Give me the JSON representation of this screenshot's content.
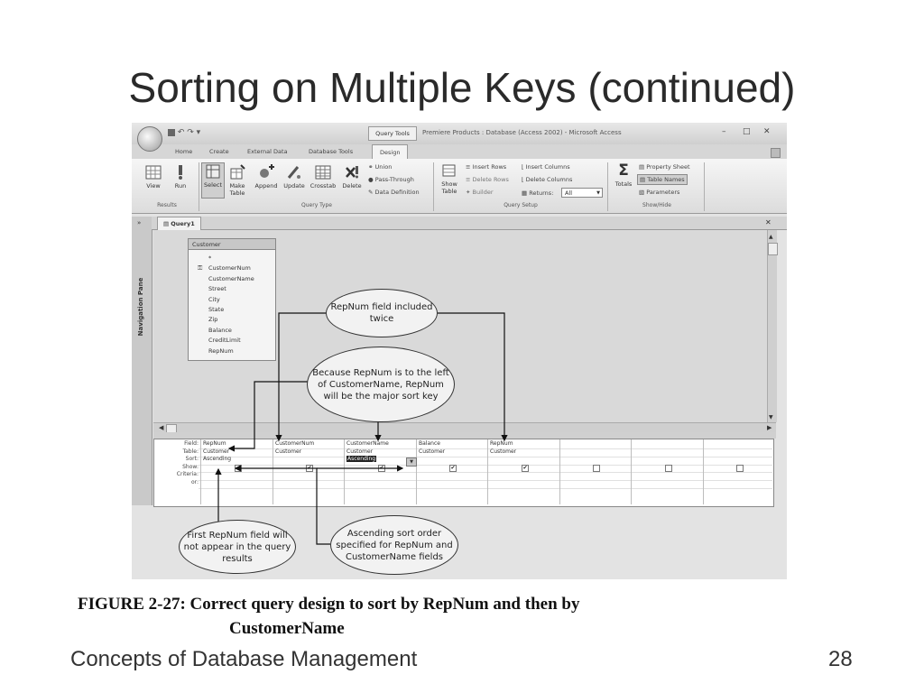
{
  "slide": {
    "title": "Sorting on Multiple Keys (continued)",
    "footer_left": "Concepts of Database Management",
    "page_number": "28"
  },
  "caption": {
    "line1": "FIGURE 2-27: Correct query design to sort by RepNum and then by",
    "line2": "CustomerName"
  },
  "access": {
    "qat": "↶ ↷ ▾",
    "context_tab": "Query Tools",
    "window_title": "Premiere Products : Database (Access 2002) - Microsoft Access",
    "window_controls": [
      "–",
      "□",
      "✕"
    ],
    "tabs": [
      "Home",
      "Create",
      "External Data",
      "Database Tools",
      "Design"
    ],
    "ribbon": {
      "results": {
        "buttons": [
          "View",
          "Run"
        ],
        "label": "Results"
      },
      "query_type": {
        "buttons": [
          "Select",
          "Make Table",
          "Append",
          "Update",
          "Crosstab",
          "Delete"
        ],
        "commands": [
          "Union",
          "Pass-Through",
          "Data Definition"
        ],
        "label": "Query Type"
      },
      "query_setup": {
        "show_table": "Show Table",
        "commands": [
          "Insert Rows",
          "Delete Rows",
          "Builder",
          "Insert Columns",
          "Delete Columns",
          "Returns:"
        ],
        "returns_value": "All",
        "label": "Query Setup"
      },
      "show_hide": {
        "totals": "Totals",
        "commands": [
          "Property Sheet",
          "Table Names",
          "Parameters"
        ],
        "label": "Show/Hide"
      }
    },
    "nav_pane_label": "Navigation Pane",
    "doc_tab": "Query1",
    "field_list": {
      "title": "Customer",
      "fields": [
        "*",
        "CustomerNum",
        "CustomerName",
        "Street",
        "City",
        "State",
        "Zip",
        "Balance",
        "CreditLimit",
        "RepNum"
      ]
    },
    "grid": {
      "row_labels": [
        "Field:",
        "Table:",
        "Sort:",
        "Show:",
        "Criteria:",
        "or:"
      ],
      "columns": [
        {
          "field": "RepNum",
          "table": "Customer",
          "sort": "Ascending",
          "show": "✔"
        },
        {
          "field": "CustomerNum",
          "table": "Customer",
          "sort": "",
          "show": "✔"
        },
        {
          "field": "CustomerName",
          "table": "Customer",
          "sort": "Ascending",
          "show": "✔"
        },
        {
          "field": "Balance",
          "table": "Customer",
          "sort": "",
          "show": "✔"
        },
        {
          "field": "RepNum",
          "table": "Customer",
          "sort": "",
          "show": "✔"
        },
        {
          "field": "",
          "table": "",
          "sort": "",
          "show": ""
        },
        {
          "field": "",
          "table": "",
          "sort": "",
          "show": ""
        },
        {
          "field": "",
          "table": "",
          "sort": "",
          "show": ""
        }
      ]
    }
  },
  "callouts": {
    "twice": "RepNum field included twice",
    "major": "Because RepNum is to the left of CustomerName, RepNum will be the major sort key",
    "first": "First RepNum field will not appear in the query results",
    "ascending": "Ascending sort order specified for RepNum and CustomerName fields"
  }
}
